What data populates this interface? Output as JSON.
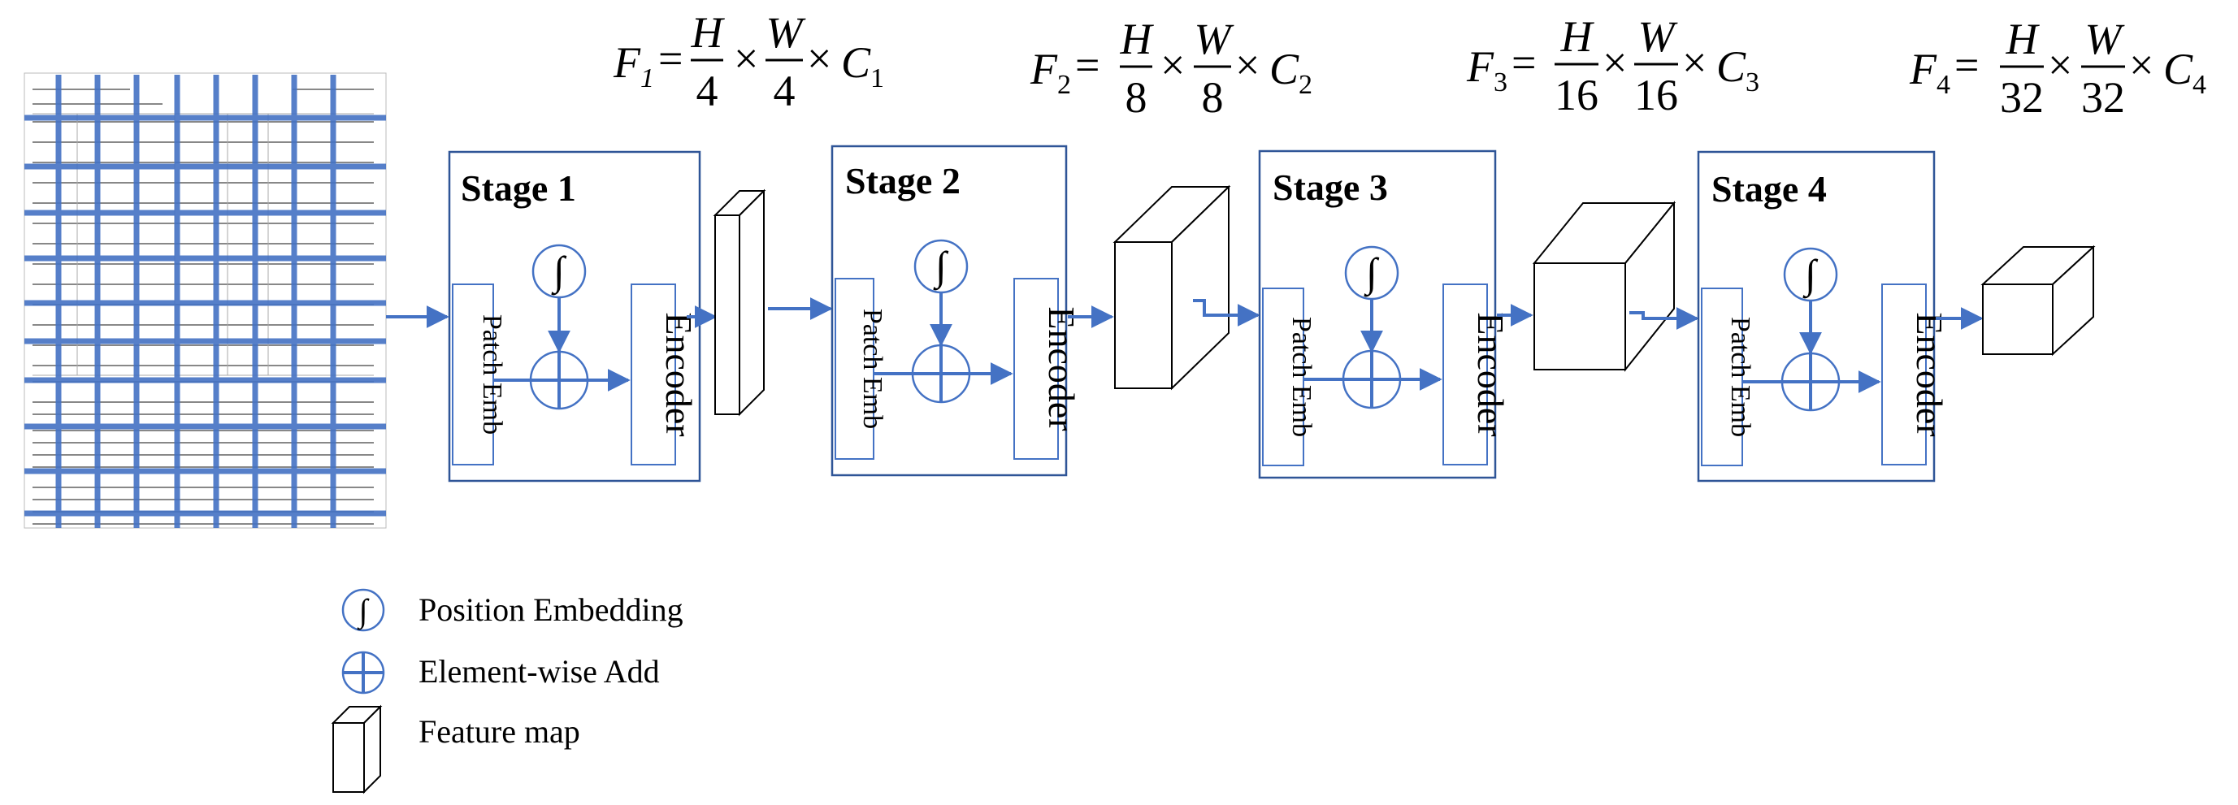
{
  "stages": [
    {
      "title": "Stage 1",
      "patch_label": "Patch Emb",
      "encoder_label": "Encoder"
    },
    {
      "title": "Stage 2",
      "patch_label": "Patch Emb",
      "encoder_label": "Encoder"
    },
    {
      "title": "Stage 3",
      "patch_label": "Patch Emb",
      "encoder_label": "Encoder"
    },
    {
      "title": "Stage 4",
      "patch_label": "Patch Emb",
      "encoder_label": "Encoder"
    }
  ],
  "formulas": [
    {
      "lhs": "F",
      "sub": "1",
      "num1": "H",
      "den1": "4",
      "num2": "W",
      "den2": "4",
      "c": "C",
      "c_sub": "1"
    },
    {
      "lhs": "F",
      "sub": "2",
      "num1": "H",
      "den1": "8",
      "num2": "W",
      "den2": "8",
      "c": "C",
      "c_sub": "2"
    },
    {
      "lhs": "F",
      "sub": "3",
      "num1": "H",
      "den1": "16",
      "num2": "W",
      "den2": "16",
      "c": "C",
      "c_sub": "3"
    },
    {
      "lhs": "F",
      "sub": "4",
      "num1": "H",
      "den1": "32",
      "num2": "W",
      "den2": "32",
      "c": "C",
      "c_sub": "4"
    }
  ],
  "symbols": {
    "integral": "∫",
    "equals": "=",
    "times": "×"
  },
  "legend": {
    "position_embedding": "Position Embedding",
    "elementwise_add": "Element-wise Add",
    "feature_map": "Feature map"
  },
  "colors": {
    "accent": "#4472C4",
    "stroke": "#000000"
  }
}
